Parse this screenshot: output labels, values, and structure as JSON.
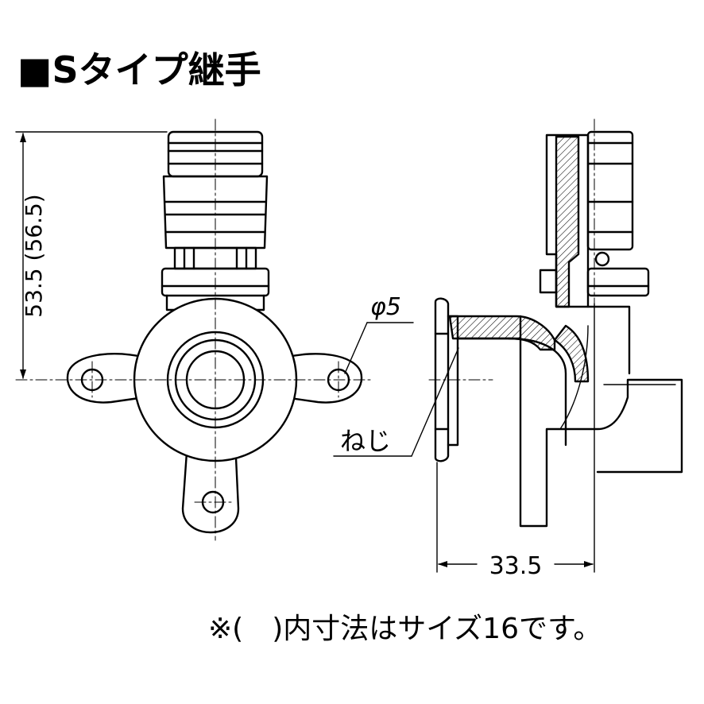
{
  "title": "■Sタイプ継手",
  "labels": {
    "height_dimension": "53.5 (56.5)",
    "hole_diameter": "φ5",
    "thread": "ねじ",
    "depth_dimension": "33.5"
  },
  "note": "※(　)内寸法はサイズ16です。"
}
